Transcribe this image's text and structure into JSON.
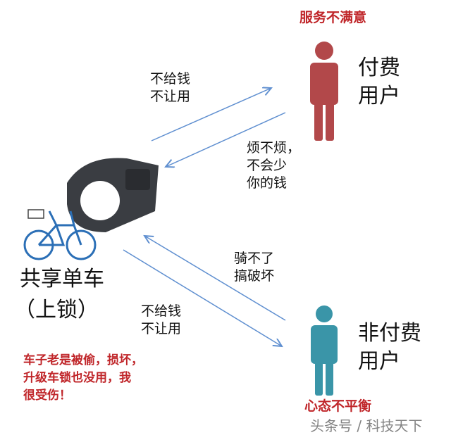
{
  "colors": {
    "paid_user": "#b2484a",
    "unpaid_user": "#3a95a8",
    "arrow": "#5f8fd0",
    "warning_text": "#c0262a"
  },
  "paid_user": {
    "label_line1": "付费",
    "label_line2": "用户",
    "status": "服务不满意"
  },
  "unpaid_user": {
    "label_line1": "非付费",
    "label_line2": "用户",
    "status": "心态不平衡"
  },
  "bike": {
    "label_line1": "共享单车",
    "label_line2": "（上锁）",
    "complaint_lines": [
      "车子老是被偷，损坏，",
      "升级车锁也没用，我",
      "很受伤！"
    ]
  },
  "arrows": {
    "bike_to_paid": [
      "不给钱",
      "不让用"
    ],
    "paid_to_bike": [
      "烦不烦，",
      "不会少",
      "你的钱"
    ],
    "unpaid_to_bike": [
      "骑不了",
      "搞破坏"
    ],
    "bike_to_unpaid": [
      "不给钱",
      "不让用"
    ]
  },
  "watermark": "头条号 / 科技天下"
}
